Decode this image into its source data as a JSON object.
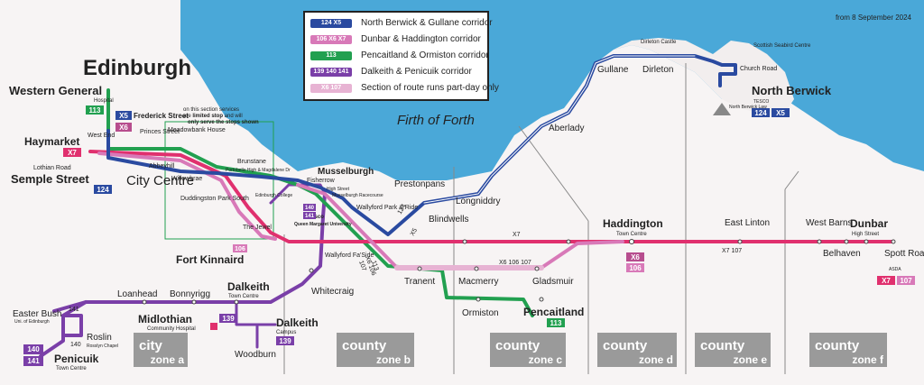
{
  "validity": "from 8 September 2024",
  "legend": [
    {
      "chip": "124 X5",
      "label": "North Berwick & Gullane corridor",
      "color": "#2a4aa0"
    },
    {
      "chip": "106 X6 X7",
      "label": "Dunbar & Haddington corridor",
      "color": "#d879b8"
    },
    {
      "chip": "113",
      "label": "Pencaitland & Ormiston corridor",
      "color": "#22a050"
    },
    {
      "chip": "139 140 141",
      "label": "Dalkeith & Penicuik corridor",
      "color": "#7a3fa8"
    },
    {
      "chip": "X6 107",
      "label": "Section of route runs part-day only",
      "color": "#e7b3d3"
    }
  ],
  "water": {
    "label": "Firth of Forth"
  },
  "places": {
    "edinburgh": "Edinburgh",
    "western_general": "Western General",
    "western_general_sub": "Hospital",
    "haymarket": "Haymarket",
    "semple_street": "Semple Street",
    "city_centre": "City Centre",
    "frederick_street": "Frederick Street",
    "princes_street": "Princes Street",
    "west_end": "West End",
    "lothian_road": "Lothian Road",
    "abbeyhill": "Abbeyhill",
    "meadowbank": "Meadowbank House",
    "willowbrae": "Willowbrae",
    "duddingston": "Duddingston Park South",
    "the_jewel": "The Jewel",
    "fort_kinnaird": "Fort Kinnaird",
    "brunstane": "Brunstane",
    "brunstane_sub": "Portobello High & Magdalene Dr",
    "musselburgh": "Musselburgh",
    "fisherrow": "Fisherrow",
    "high_street_107": "High Street",
    "tesco": "Tesco",
    "qmu": "Queen Margaret University",
    "edinburgh_college": "Edinburgh College",
    "racecourse": "Musselburgh Racecourse",
    "wallyford_pr": "Wallyford Park & Ride",
    "wallyford_fa": "Wallyford Fa'Side",
    "whitecraig": "Whitecraig",
    "prestonpans": "Prestonpans",
    "blindwells": "Blindwells",
    "longniddry": "Longniddry",
    "aberlady": "Aberlady",
    "gullane": "Gullane",
    "dirleton": "Dirleton",
    "dirleton_castle": "Dirleton Castle",
    "seabird_centre": "Scottish Seabird Centre",
    "church_road": "Church Road",
    "north_berwick": "North Berwick",
    "tesco_nb": "TESCO",
    "north_berwick_law": "North Berwick Law",
    "tranent": "Tranent",
    "macmerry": "Macmerry",
    "gladsmuir": "Gladsmuir",
    "ormiston": "Ormiston",
    "pencaitland": "Pencaitland",
    "haddington": "Haddington",
    "haddington_sub": "Town Centre",
    "east_linton": "East Linton",
    "west_barns": "West Barns",
    "belhaven": "Belhaven",
    "dunbar": "Dunbar",
    "dunbar_sub": "High Street",
    "spott_road": "Spott Road",
    "asda": "ASDA",
    "loanhead": "Loanhead",
    "bonnyrigg": "Bonnyrigg",
    "dalkeith_tc": "Dalkeith",
    "dalkeith_tc_sub": "Town Centre",
    "midlothian": "Midlothian",
    "midlothian_sub": "Community Hospital",
    "dalkeith_campus": "Dalkeith",
    "dalkeith_campus_sub": "Campus",
    "woodburn": "Woodburn",
    "easter_bush": "Easter Bush",
    "easter_bush_sub": "Uni. of Edinburgh",
    "roslin": "Roslin",
    "roslin_sub": "Rosslyn Chapel",
    "penicuik": "Penicuik",
    "penicuik_sub": "Town Centre"
  },
  "route_badges": {
    "b113_wg": "113",
    "bX5": "X5",
    "bX6": "X6",
    "bX7_hay": "X7",
    "b124_semple": "124",
    "b106_fk": "106",
    "b140": "140",
    "b141": "141",
    "bX6_had": "X6",
    "b106_had": "106",
    "b113_pen": "113",
    "b124_nb": "124",
    "bX5_nb": "X5",
    "bX7_sp": "X7",
    "b107_sp": "107",
    "b139_mid": "139",
    "b139_dal": "139",
    "b140_pen": "140",
    "b141_pen": "141"
  },
  "line_labels": {
    "x7": "X7",
    "x7_107": "X7 107",
    "mid": "X6 106 107",
    "v124": "124",
    "vX5": "X5",
    "x6_diag": "X6 106",
    "v107": "107",
    "v113": "113",
    "r141": "141",
    "r140": "140"
  },
  "note": {
    "l1": "on this section services",
    "l2a": "are ",
    "l2b": "limited stop",
    "l2c": " and will",
    "l3": "only serve the stops shown"
  },
  "zones": [
    {
      "word": "city",
      "label": "zone a"
    },
    {
      "word": "county",
      "label": "zone b"
    },
    {
      "word": "county",
      "label": "zone c"
    },
    {
      "word": "county",
      "label": "zone d"
    },
    {
      "word": "county",
      "label": "zone e"
    },
    {
      "word": "county",
      "label": "zone f"
    }
  ],
  "colors": {
    "blue": "#2a4aa0",
    "pink": "#d879b8",
    "magenta": "#e0306e",
    "green": "#22a050",
    "purple": "#7a3fa8",
    "lightpink": "#e7b3d3",
    "sea": "#4aa8d8",
    "zone_grey": "#9a9a9a"
  }
}
